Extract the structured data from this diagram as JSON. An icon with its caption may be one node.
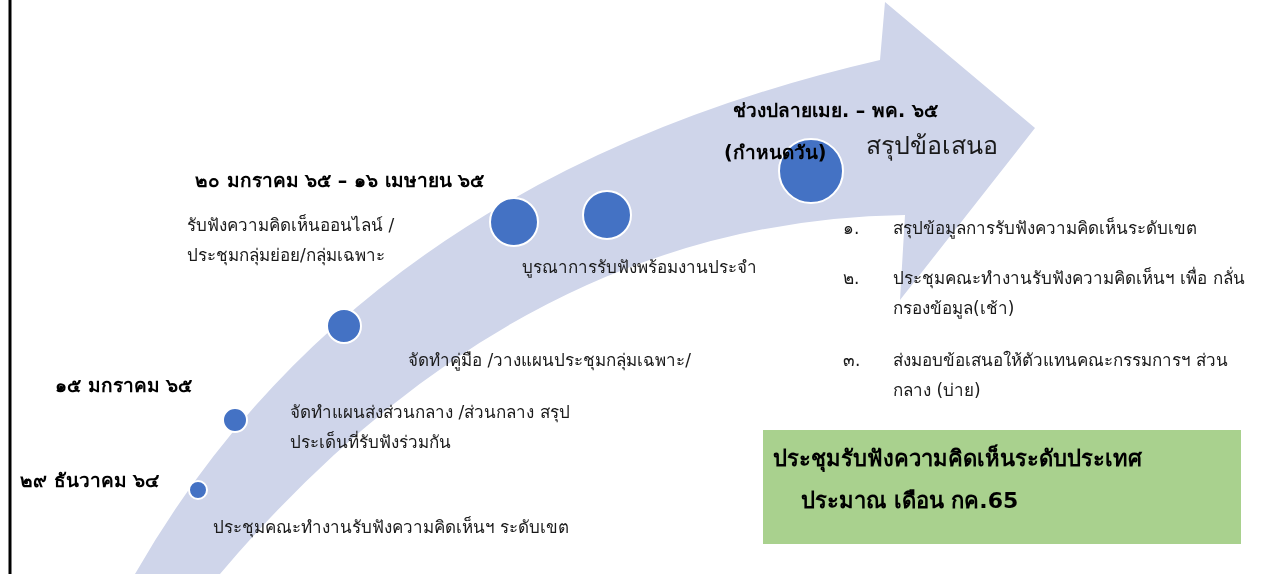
{
  "diagram": {
    "nodes": [
      {
        "text": [],
        "shape": "circle"
      },
      {
        "text": [],
        "shape": "circle"
      },
      {
        "text": [],
        "shape": "circle"
      },
      {
        "text": [],
        "shape": "circle"
      },
      {
        "text": [],
        "shape": "circle"
      },
      {
        "text": [],
        "shape": "circle"
      },
      {
        "text": [
          "ประชุมรับฟังความคิดเห็นระดับประเทศ",
          "ประมาณ เดือน กค.65"
        ]
      }
    ],
    "edges": [],
    "labels": [
      "ช่วงปลายเมย. – พค. ๖๕",
      "(กำหนดวัน)",
      "สรุปข้อเสนอ",
      "๒๐ มกราคม ๖๕ – ๑๖ เมษายน ๖๕",
      "รับฟังความคิดเห็นออนไลน์ / ประชุมกลุ่มย่อย/กลุ่มเฉพาะ",
      "บูรณาการรับฟังพร้อมงานประจำ",
      "๑.",
      "สรุปข้อมูลการรับฟังความคิดเห็นระดับเขต",
      "๒.",
      "ประชุมคณะทำงานรับฟังความคิดเห็นฯ เพื่อ กลั่นกรองข้อมูล(เช้า)",
      "จัดทำคู่มือ /วางแผนประชุมกลุ่มเฉพาะ/",
      "๓.",
      "ส่งมอบข้อเสนอให้ตัวแทนคณะกรรมการฯ ส่วนกลาง (บ่าย)",
      "๑๕ มกราคม ๖๕",
      "จัดทำแผนส่งส่วนกลาง /ส่วนกลาง สรุปประเด็นที่รับฟังร่วมกัน",
      "๒๙ ธันวาคม ๖๔",
      "ประชุมคณะทำงานรับฟังความคิดเห็นฯ ระดับเขต"
    ]
  }
}
